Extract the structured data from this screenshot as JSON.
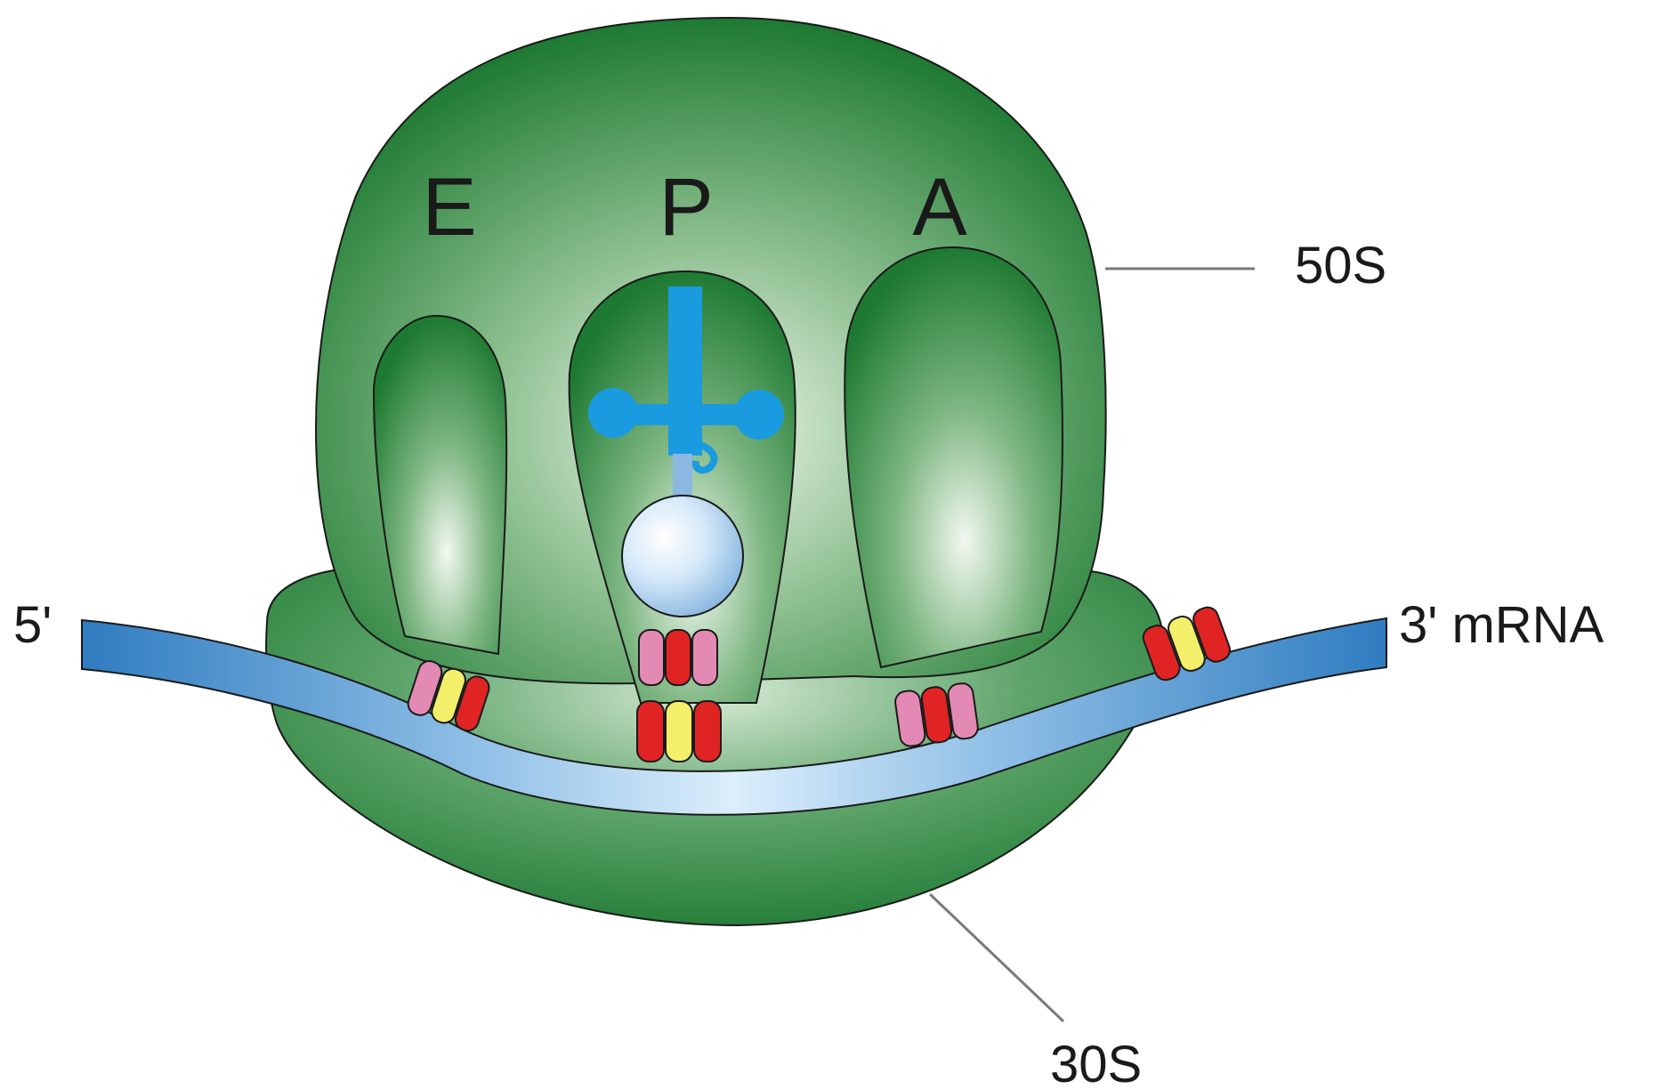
{
  "labels": {
    "site_e": "E",
    "site_p": "P",
    "site_a": "A",
    "large_subunit": "50S",
    "small_subunit": "30S",
    "five_prime": "5'",
    "three_prime_mrna": "3' mRNA"
  },
  "colors": {
    "subunit_dark": "#1f7a33",
    "subunit_light": "#e6f1e4",
    "mrna": "#2f7cc0",
    "trna": "#1a9be0",
    "codon_red": "#e02424",
    "codon_pink": "#e38ab4",
    "codon_yellow": "#f4ef6a",
    "leader_line": "#7a7a7a"
  },
  "icons": {
    "trna": "trna-icon",
    "amino_acid": "amino-acid-sphere-icon"
  }
}
